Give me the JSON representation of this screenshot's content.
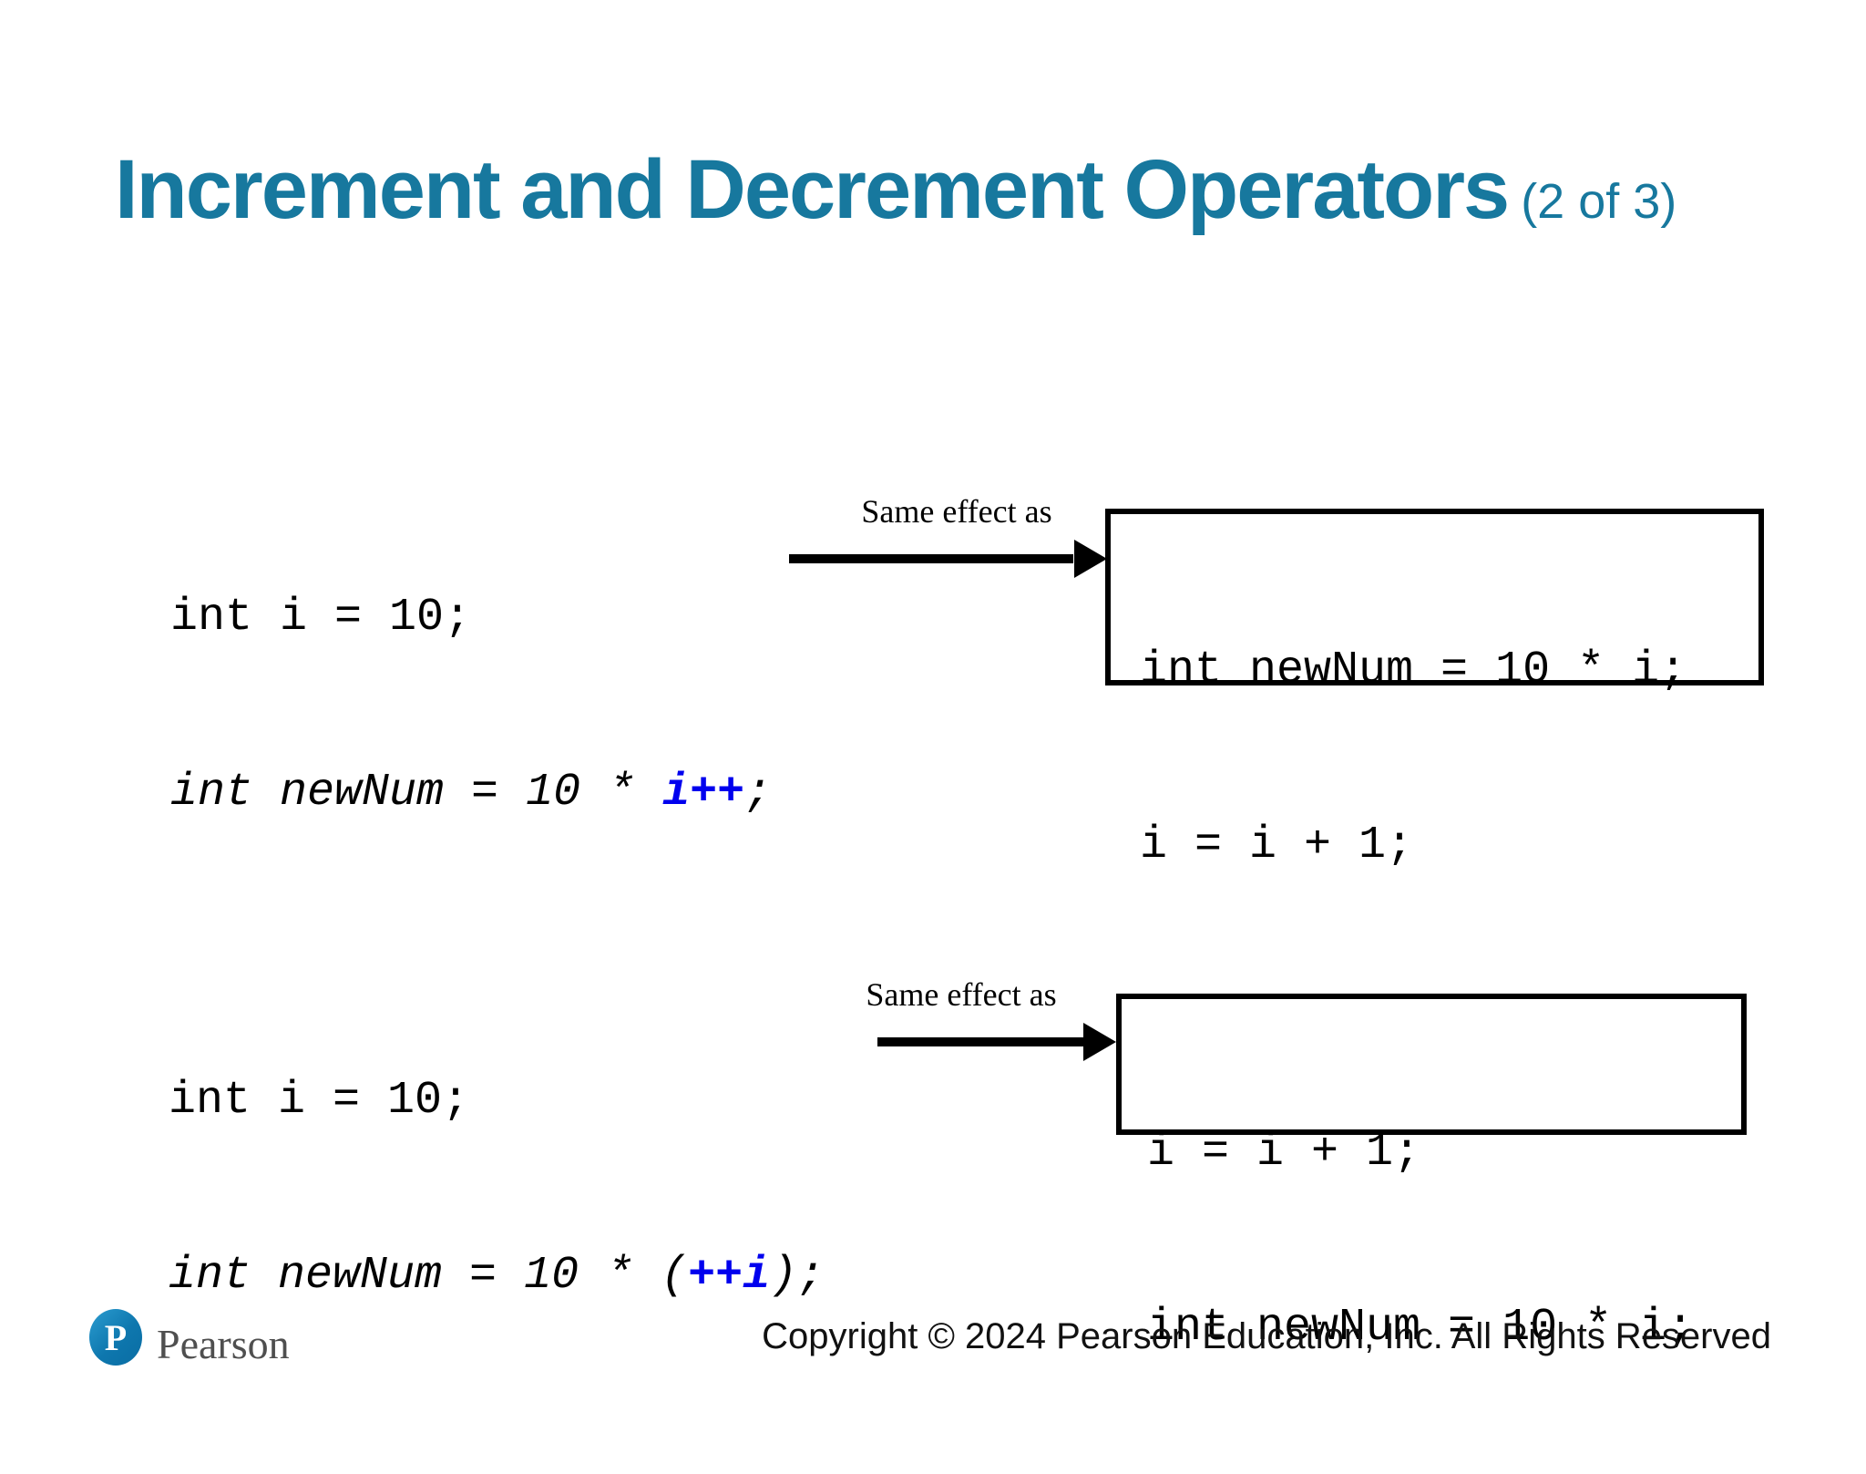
{
  "title": {
    "main": "Increment and Decrement Operators",
    "suffix": "(2 of 3)"
  },
  "examples": [
    {
      "code_line1": "int i = 10;",
      "code_line2": {
        "pre": "int newNum = 10 * ",
        "highlight": "i++",
        "post": ";"
      },
      "arrow_label": "Same effect as",
      "box": {
        "line1": "int newNum = 10 * i;",
        "line2": "i = i + 1;"
      }
    },
    {
      "code_line1": "int i = 10;",
      "code_line2": {
        "pre": "int newNum = 10 * (",
        "highlight": "++i",
        "post": ");"
      },
      "arrow_label": "Same effect as",
      "box": {
        "line1": "i = i + 1;",
        "line2": "int newNum = 10 * i;"
      }
    }
  ],
  "footer": {
    "logo_letter": "P",
    "logo_brand": "Pearson",
    "copyright": "Copyright © 2024 Pearson Education, Inc. All Rights Reserved"
  },
  "colors": {
    "title_teal": "#17789E",
    "code_highlight_blue": "#0000EE",
    "logo_blue": "#0E77AE",
    "brand_gray": "#4F4F4F"
  }
}
